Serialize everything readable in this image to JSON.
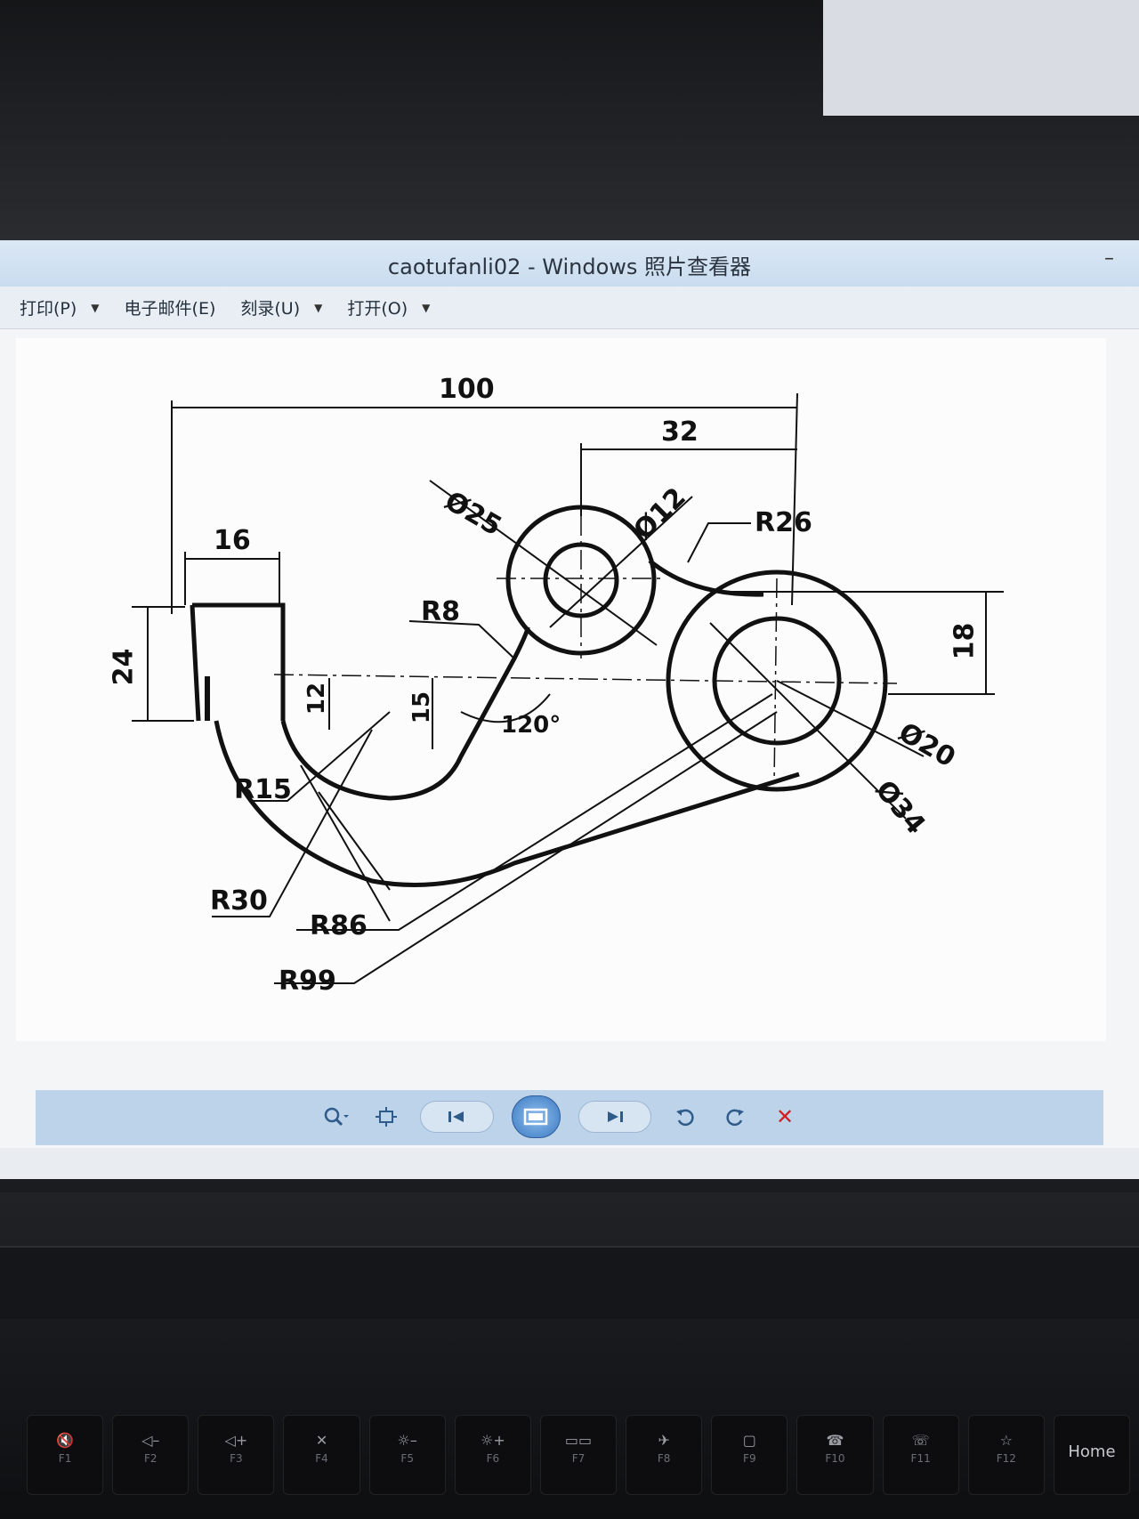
{
  "window": {
    "title": "caotufanli02 - Windows 照片查看器",
    "minimize_glyph": "–"
  },
  "menu": {
    "items": [
      {
        "label": "打印(P)",
        "has_dropdown": true
      },
      {
        "label": "电子邮件(E)",
        "has_dropdown": false
      },
      {
        "label": "刻录(U)",
        "has_dropdown": true
      },
      {
        "label": "打开(O)",
        "has_dropdown": true
      }
    ]
  },
  "drawing": {
    "dimensions": {
      "d100": "100",
      "d32": "32",
      "d16": "16",
      "d24": "24",
      "d12": "12",
      "d15": "15",
      "d18": "18",
      "phi25": "Ø25",
      "phi12": "Ø12",
      "phi20": "Ø20",
      "phi34": "Ø34",
      "r26": "R26",
      "r8": "R8",
      "r15": "R15",
      "r30": "R30",
      "r86": "R86",
      "r99": "R99",
      "a120": "120°"
    }
  },
  "toolbar": {
    "zoom_icon": "magnifier-zoom-icon",
    "fit_icon": "actual-size-icon",
    "prev_icon": "previous-icon",
    "slideshow_icon": "slideshow-icon",
    "next_icon": "next-icon",
    "rotate_ccw_icon": "rotate-counterclockwise-icon",
    "rotate_cw_icon": "rotate-clockwise-icon",
    "delete_icon": "delete-icon",
    "delete_color": "#d02020"
  },
  "keyboard": {
    "keys": [
      {
        "glyph": "🔇",
        "label": "F1"
      },
      {
        "glyph": "◁–",
        "label": "F2"
      },
      {
        "glyph": "◁+",
        "label": "F3"
      },
      {
        "glyph": "✕",
        "label": "F4"
      },
      {
        "glyph": "☼–",
        "label": "F5"
      },
      {
        "glyph": "☼+",
        "label": "F6"
      },
      {
        "glyph": "▭▭",
        "label": "F7"
      },
      {
        "glyph": "✈",
        "label": "F8"
      },
      {
        "glyph": "▢",
        "label": "F9"
      },
      {
        "glyph": "☎",
        "label": "F10"
      },
      {
        "glyph": "☏",
        "label": "F11"
      },
      {
        "glyph": "☆",
        "label": "F12"
      },
      {
        "glyph": "",
        "label": "Home"
      }
    ]
  }
}
